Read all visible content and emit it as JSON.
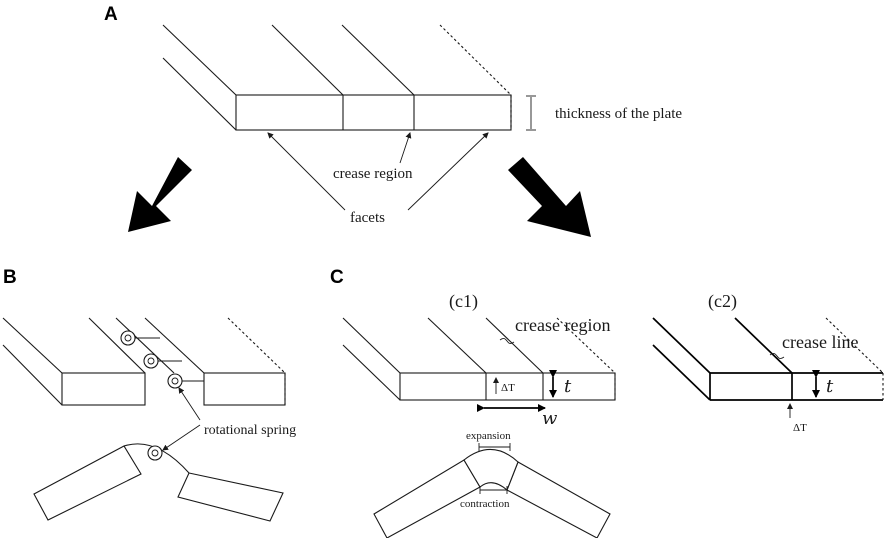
{
  "panels": {
    "a": {
      "label": "A",
      "thickness_label": "thickness of the plate",
      "crease_label": "crease region",
      "facets_label": "facets"
    },
    "b": {
      "label": "B",
      "spring_label": "rotational spring"
    },
    "c": {
      "label": "C",
      "c1": {
        "title": "(c1)",
        "crease_label": "crease region",
        "delta_t": "ΔT",
        "thickness_symbol": "t",
        "width_symbol": "w",
        "expansion_label": "expansion",
        "contraction_label": "contraction"
      },
      "c2": {
        "title": "(c2)",
        "crease_label": "crease line",
        "thickness_symbol": "t",
        "delta_t": "ΔT"
      }
    }
  },
  "colors": {
    "ink": "#1a1a1a",
    "arrow": "#000000",
    "background": "#ffffff"
  }
}
